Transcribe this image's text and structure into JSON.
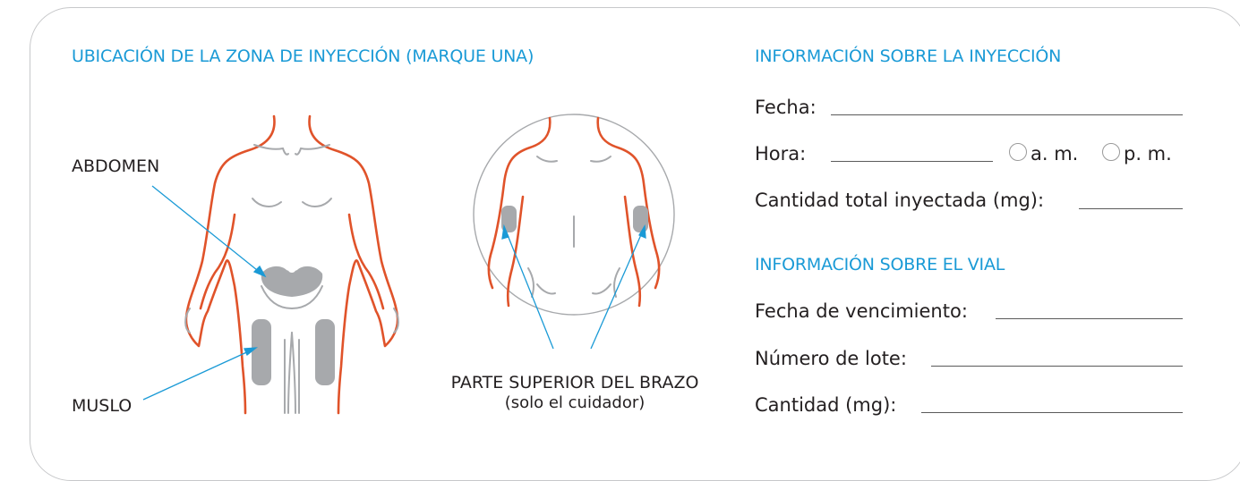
{
  "left_section": {
    "heading": "UBICACIÓN DE LA ZONA DE INYECCIÓN (MARQUE UNA)",
    "abdomen_label": "ABDOMEN",
    "thigh_label": "MUSLO",
    "arm_label_line1": "PARTE SUPERIOR DEL BRAZO",
    "arm_label_line2": "(solo el cuidador)"
  },
  "injection_info": {
    "heading": "INFORMACIÓN SOBRE LA INYECCIÓN",
    "date_label": "Fecha:",
    "time_label": "Hora:",
    "am_label": "a. m.",
    "pm_label": "p. m.",
    "total_amount_label": "Cantidad total inyectada (mg):"
  },
  "vial_info": {
    "heading": "INFORMACIÓN SOBRE EL VIAL",
    "expiry_label": "Fecha de vencimiento:",
    "lot_label": "Número de lote:",
    "amount_label": "Cantidad (mg):"
  },
  "colors": {
    "accent": "#1a9ad6",
    "body_outline": "#e0532a",
    "injection_zone": "#a7a9ac",
    "card_border": "#c7c8ca"
  }
}
